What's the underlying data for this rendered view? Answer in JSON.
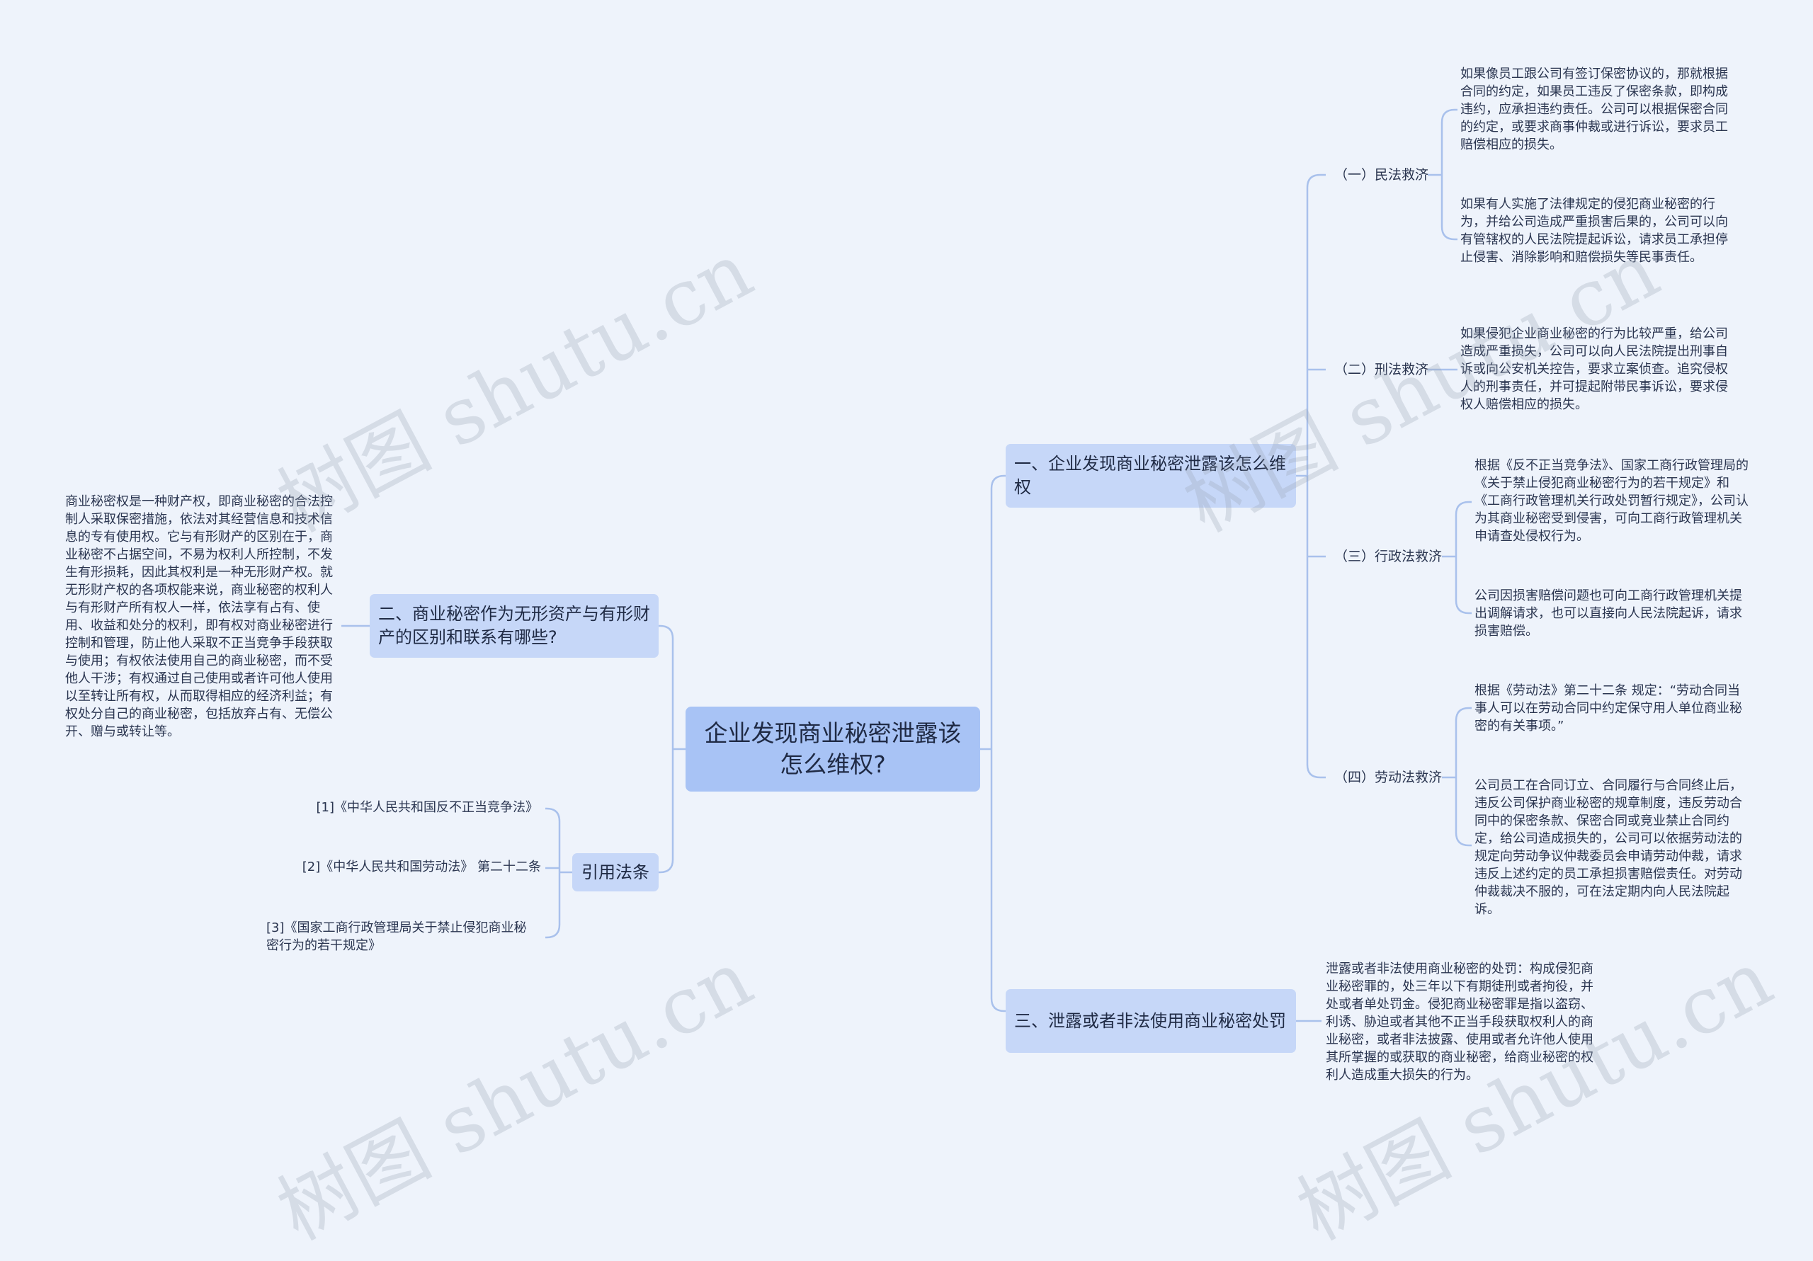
{
  "watermark": "树图 shutu.cn",
  "root": {
    "label": "企业发现商业秘密泄露该怎么维权?"
  },
  "branches": {
    "b1": {
      "label": "一、企业发现商业秘密泄露该怎么维权",
      "children": {
        "civil": {
          "label": "（一）民法救济",
          "leaves": [
            "如果像员工跟公司有签订保密协议的，那就根据合同的约定，如果员工违反了保密条款，即构成违约，应承担违约责任。公司可以根据保密合同的约定，或要求商事仲裁或进行诉讼，要求员工赔偿相应的损失。",
            "如果有人实施了法律规定的侵犯商业秘密的行为，并给公司造成严重损害后果的，公司可以向有管辖权的人民法院提起诉讼，请求员工承担停止侵害、消除影响和赔偿损失等民事责任。"
          ]
        },
        "criminal": {
          "label": "（二）刑法救济",
          "leaves": [
            "如果侵犯企业商业秘密的行为比较严重，给公司造成严重损失，公司可以向人民法院提出刑事自诉或向公安机关控告，要求立案侦查。追究侵权人的刑事责任，并可提起附带民事诉讼，要求侵权人赔偿相应的损失。"
          ]
        },
        "admin": {
          "label": "（三）行政法救济",
          "leaves": [
            "根据《反不正当竞争法》、国家工商行政管理局的《关于禁止侵犯商业秘密行为的若干规定》和《工商行政管理机关行政处罚暂行规定》，公司认为其商业秘密受到侵害，可向工商行政管理机关申请查处侵权行为。",
            "公司因损害赔偿问题也可向工商行政管理机关提出调解请求，也可以直接向人民法院起诉，请求损害赔偿。"
          ]
        },
        "labor": {
          "label": "（四）劳动法救济",
          "leaves": [
            "根据《劳动法》第二十二条 规定：“劳动合同当事人可以在劳动合同中约定保守用人单位商业秘密的有关事项。”",
            "公司员工在合同订立、合同履行与合同终止后，违反公司保护商业秘密的规章制度，违反劳动合同中的保密条款、保密合同或竞业禁止合同约定，给公司造成损失的，公司可以依据劳动法的规定向劳动争议仲裁委员会申请劳动仲裁，请求违反上述约定的员工承担损害赔偿责任。对劳动仲裁裁决不服的，可在法定期内向人民法院起诉。"
          ]
        }
      }
    },
    "b3": {
      "label": "三、泄露或者非法使用商业秘密处罚",
      "leaf": "泄露或者非法使用商业秘密的处罚：构成侵犯商业秘密罪的，处三年以下有期徒刑或者拘役，并处或者单处罚金。侵犯商业秘密罪是指以盗窃、利诱、胁迫或者其他不正当手段获取权利人的商业秘密，或者非法披露、使用或者允许他人使用其所掌握的或获取的商业秘密，给商业秘密的权利人造成重大损失的行为。"
    },
    "b2": {
      "label": "二、商业秘密作为无形资产与有形财产的区别和联系有哪些?",
      "leaf": "商业秘密权是一种财产权，即商业秘密的合法控制人采取保密措施，依法对其经营信息和技术信息的专有使用权。它与有形财产的区别在于，商业秘密不占据空间，不易为权利人所控制，不发生有形损耗，因此其权利是一种无形财产权。就无形财产权的各项权能来说，商业秘密的权利人与有形财产所有权人一样，依法享有占有、使用、收益和处分的权利，即有权对商业秘密进行控制和管理，防止他人采取不正当竞争手段获取与使用；有权依法使用自己的商业秘密，而不受他人干涉；有权通过自己使用或者许可他人使用以至转让所有权，从而取得相应的经济利益；有权处分自己的商业秘密，包括放弃占有、无偿公开、赠与或转让等。"
    },
    "refs": {
      "label": "引用法条",
      "items": [
        "[1]《中华人民共和国反不正当竞争法》",
        "[2]《中华人民共和国劳动法》 第二十二条",
        "[3]《国家工商行政管理局关于禁止侵犯商业秘密行为的若干规定》"
      ]
    }
  }
}
